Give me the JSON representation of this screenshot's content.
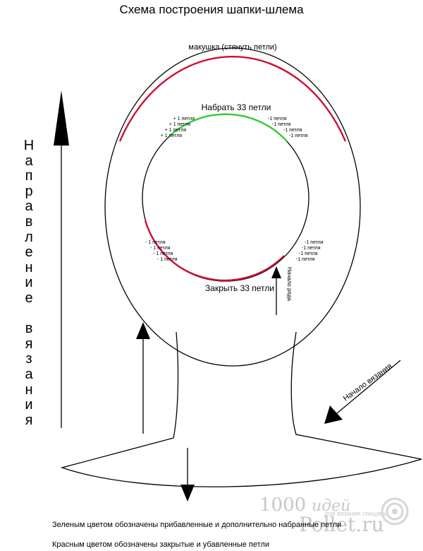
{
  "title": "Схема построения шапки-шлема",
  "labels": {
    "crown": "макушка (стянуть петли)",
    "cast_on": "Набрать 33 петли",
    "bind_off": "Закрыть 33 петли",
    "row_start": "Начало ряда",
    "knit_start": "Начало вязания",
    "direction": "Направление вязания"
  },
  "increases_left": [
    "+ 1 петля",
    "+ 1 петля",
    "+ 1 петля",
    "+ 1 петля"
  ],
  "decreases_right_top": [
    "-1 петля",
    "-1 петля",
    "-1 петля",
    "-1 петля"
  ],
  "decreases_left_bottom": [
    "- 1 петля",
    "- 1 петля",
    "- 1 петля",
    "- 1 петля"
  ],
  "decreases_right_bottom": [
    "-1 петля",
    "-1 петля",
    "-1 петля",
    "-1 петля"
  ],
  "legend": {
    "green": "Зеленым цветом обозначены прибавленные и дополнительно набранные петли",
    "red": "Красным цветом обозначены закрытые и убавленные петли"
  },
  "watermark": {
    "number": "1000",
    "site": "идей",
    "brand": "Pollet.ru",
    "tagline": "для вязания спицами"
  },
  "colors": {
    "green": "#33cc33",
    "red": "#cc1133",
    "line": "#000000"
  }
}
